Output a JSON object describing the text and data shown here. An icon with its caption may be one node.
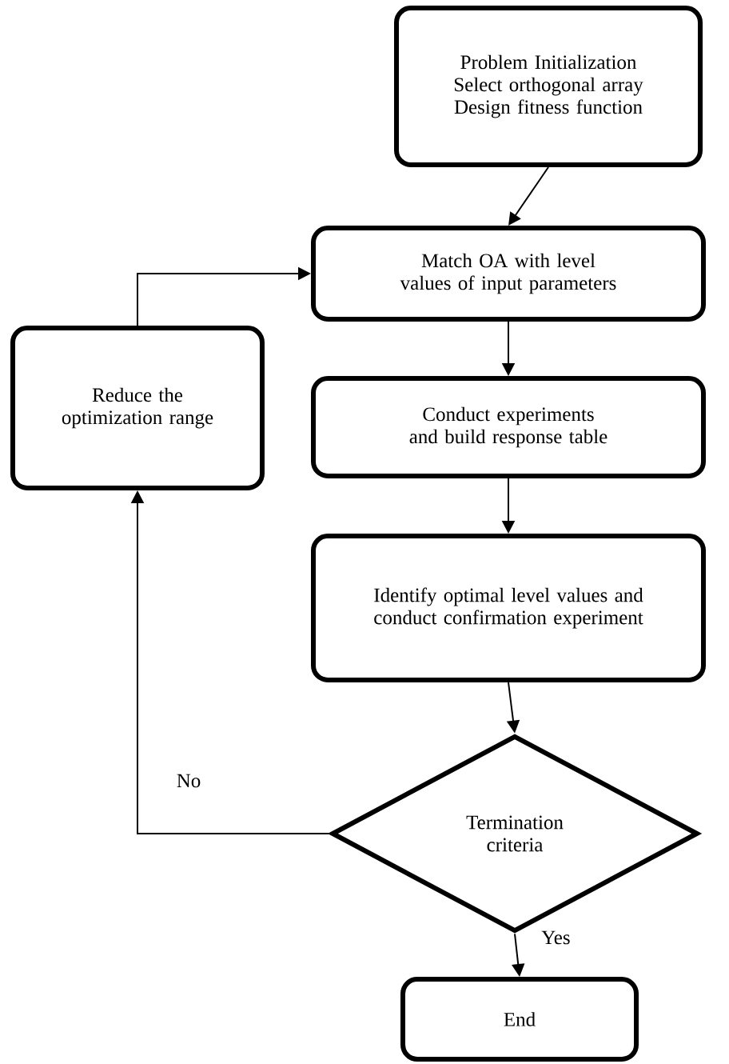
{
  "diagram": {
    "nodes": [
      {
        "text": [
          "Problem Initialization",
          "Select orthogonal array",
          "Design fitness function"
        ]
      },
      {
        "text": [
          "Match OA with level values of input parameters"
        ]
      },
      {
        "text": [
          "Conduct experiments and build response table"
        ]
      },
      {
        "text": [
          "Identify optimal level values and conduct confirmation experiment"
        ]
      },
      {
        "text": [
          "Termination criteria"
        ]
      },
      {
        "text": [
          "End"
        ]
      },
      {
        "text": [
          "Reduce the optimization range"
        ]
      }
    ],
    "edges": [
      {
        "from": 0,
        "to": 1,
        "arrow": "to"
      },
      {
        "from": 1,
        "to": 2,
        "arrow": "to"
      },
      {
        "from": 2,
        "to": 3,
        "arrow": "to"
      },
      {
        "from": 3,
        "to": 4,
        "arrow": "to"
      },
      {
        "from": 4,
        "to": 5,
        "arrow": "to",
        "label": "Yes"
      },
      {
        "from": 4,
        "to": 6,
        "arrow": "to",
        "label": "No"
      },
      {
        "from": 6,
        "to": 1,
        "arrow": "to"
      }
    ]
  }
}
